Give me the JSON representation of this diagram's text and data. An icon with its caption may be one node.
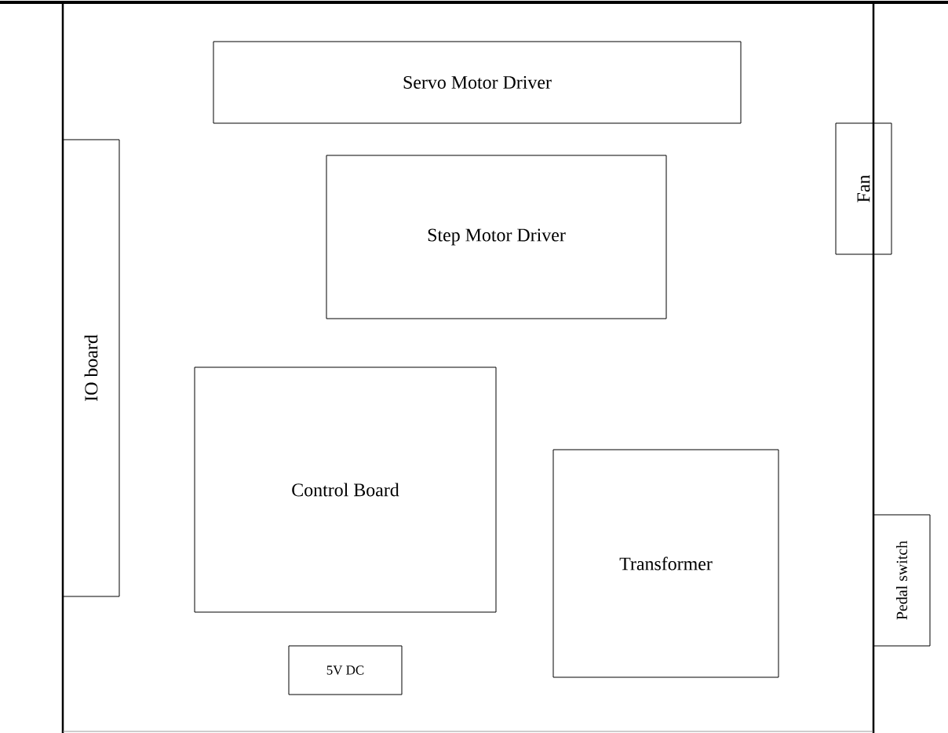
{
  "diagram": {
    "nodes": [
      {
        "text": [
          "Servo Motor Driver"
        ]
      },
      {
        "text": [
          "IO board"
        ]
      },
      {
        "text": [
          "Fan"
        ]
      },
      {
        "text": [
          "Step Motor Driver"
        ]
      },
      {
        "text": [
          "Control Board"
        ]
      },
      {
        "text": [
          "Transformer"
        ]
      },
      {
        "text": [
          "Pedal switch"
        ]
      },
      {
        "text": [
          "5V DC"
        ]
      }
    ]
  }
}
